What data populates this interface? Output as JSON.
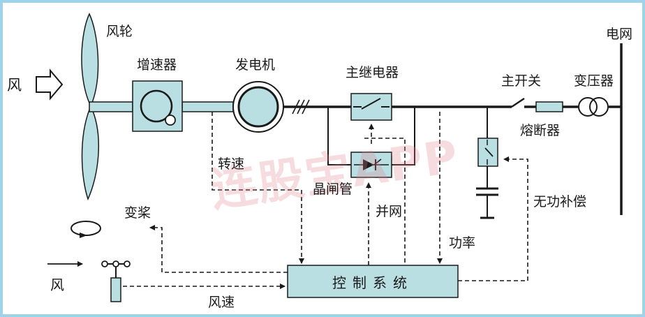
{
  "labels": {
    "wind_left": "风",
    "rotor": "风轮",
    "gearbox": "增速器",
    "generator": "发电机",
    "main_relay": "主继电器",
    "main_switch": "主开关",
    "transformer": "变压器",
    "grid": "电网",
    "fuse": "熔断器",
    "speed": "转速",
    "thyristor": "晶闸管",
    "grid_connect": "并网",
    "power": "功率",
    "reactive_comp": "无功补偿",
    "pitch": "变桨",
    "wind_bottom": "风",
    "wind_speed": "风速",
    "control_system": "控制系统"
  },
  "watermark": "连股宝APP",
  "colors": {
    "fill": "#b9dfe3",
    "line": "#1a1a1a",
    "frame": "#9fd3ec",
    "watermark": "#e1828c"
  }
}
